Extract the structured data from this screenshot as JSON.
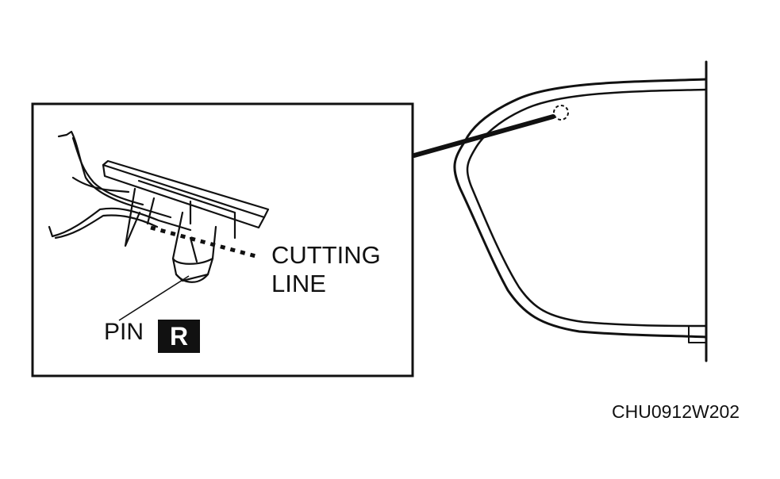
{
  "labels": {
    "cutting_line_1": "CUTTING",
    "cutting_line_2": "LINE",
    "pin": "PIN",
    "pin_badge": "R",
    "figure_code": "CHU0912W202"
  },
  "colors": {
    "ink": "#111111",
    "paper": "#ffffff"
  }
}
